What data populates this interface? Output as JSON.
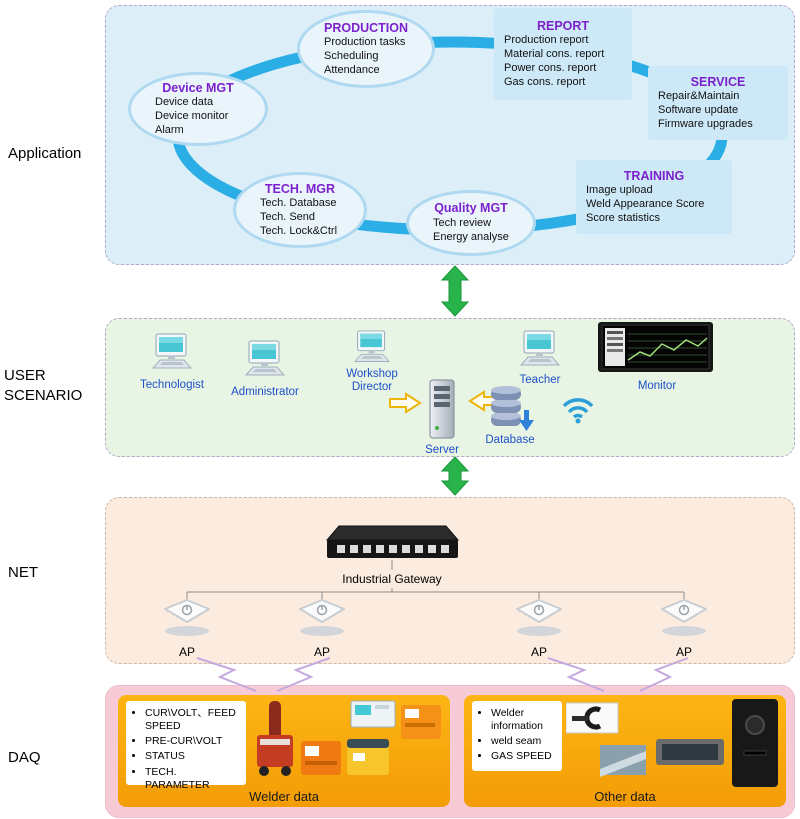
{
  "colors": {
    "ring_blue": "#2aaee5",
    "arrow_green": "#28b34b",
    "module_title_purple": "#7c21cc",
    "role_label_blue": "#1d50c8",
    "application_bg": "#dceef7",
    "user_scenario_bg": "#e9f5e4",
    "net_bg": "#fcecdf",
    "daq_bg": "#f6cbd5",
    "data_box_orange": "#f9a81e",
    "zigzag_purple": "#c4a9de"
  },
  "layers": {
    "application": "Application",
    "user_scenario": "USER SCENARIO",
    "net": "NET",
    "daq": "DAQ"
  },
  "application": {
    "modules": [
      {
        "title": "PRODUCTION",
        "lines": [
          "Production tasks",
          "Scheduling",
          "Attendance"
        ]
      },
      {
        "title": "REPORT",
        "lines": [
          "Production report",
          "Material cons. report",
          "Power cons. report",
          "Gas cons. report"
        ]
      },
      {
        "title": "SERVICE",
        "lines": [
          "Repair&Maintain",
          "Software update",
          "Firmware upgrades"
        ]
      },
      {
        "title": "Device MGT",
        "lines": [
          "Device data",
          "Device monitor",
          "Alarm"
        ]
      },
      {
        "title": "TRAINING",
        "lines": [
          "Image upload",
          "Weld Appearance Score",
          "Score statistics"
        ]
      },
      {
        "title": "TECH. MGR",
        "lines": [
          "Tech. Database",
          "Tech. Send",
          "Tech. Lock&Ctrl"
        ]
      },
      {
        "title": "Quality MGT",
        "lines": [
          "Tech review",
          "Energy analyse"
        ]
      }
    ]
  },
  "user_scenario": {
    "technologist": "Technologist",
    "administrator": "Administrator",
    "workshop_director": "Workshop Director",
    "teacher": "Teacher",
    "server": "Server",
    "database": "Database",
    "monitor": "Monitor"
  },
  "net": {
    "gateway": "Industrial Gateway",
    "ap": "AP"
  },
  "daq": {
    "welder": {
      "label": "Welder data",
      "items": [
        "CUR\\VOLT、FEED SPEED",
        "PRE-CUR\\VOLT",
        "STATUS",
        "TECH. PARAMETER"
      ]
    },
    "other": {
      "label": "Other data",
      "items": [
        "Welder information",
        "weld seam",
        "GAS SPEED"
      ]
    }
  }
}
